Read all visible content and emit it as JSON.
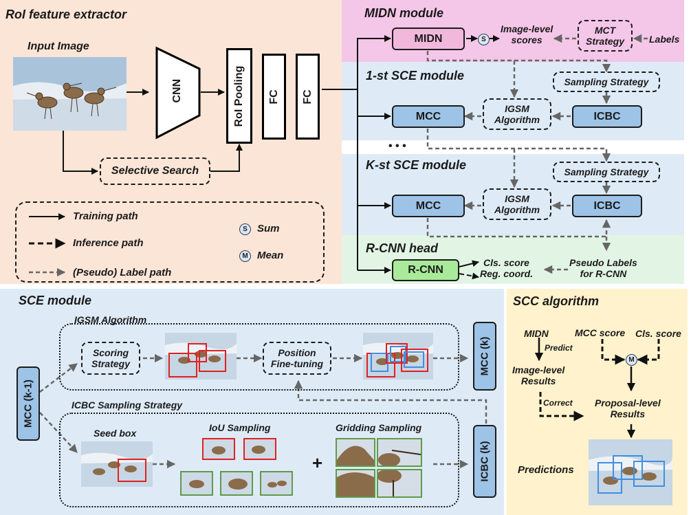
{
  "panels": {
    "roi_title": "RoI feature extractor",
    "midn_title": "MIDN module",
    "sce1_title": "1-st SCE module",
    "scek_title": "K-st SCE module",
    "rcnn_title": "R-CNN head",
    "sce_module_title": "SCE module",
    "scc_title": "SCC algorithm"
  },
  "roi": {
    "input_image": "Input Image",
    "cnn": "CNN",
    "roi_pooling": "RoI Pooling",
    "fc1": "FC",
    "fc2": "FC",
    "selective_search": "Selective Search"
  },
  "legend": {
    "training": "Training path",
    "inference": "Inference path",
    "label": "(Pseudo) Label path",
    "sum_symbol": "S",
    "sum": "Sum",
    "mean_symbol": "M",
    "mean": "Mean"
  },
  "midn": {
    "midn": "MIDN",
    "sum_symbol": "S",
    "image_scores": "Image-level\nscores",
    "mct": "MCT\nStrategy",
    "labels": "Labels"
  },
  "sce1": {
    "sampling": "Sampling Strategy",
    "mcc": "MCC",
    "igsm": "IGSM\nAlgorithm",
    "icbc": "ICBC"
  },
  "ellipsis": "• • •",
  "scek": {
    "sampling": "Sampling Strategy",
    "mcc": "MCC",
    "igsm": "IGSM\nAlgorithm",
    "icbc": "ICBC"
  },
  "rcnn": {
    "rcnn": "R-CNN",
    "outputs": "Cls. score\nReg. coord.",
    "pseudo": "Pseudo Labels\nfor R-CNN"
  },
  "sce_module": {
    "mcc_k_1": "MCC (k-1)",
    "igsm_title": "IGSM Algorithm",
    "scoring": "Scoring\nStrategy",
    "position": "Position\nFine-tuning",
    "mcc_k": "MCC (k)",
    "icbc_title": "ICBC Sampling Strategy",
    "seed_box": "Seed box",
    "iou": "IoU Sampling",
    "gridding": "Gridding Sampling",
    "plus": "+",
    "icbc_k": "ICBC (k)"
  },
  "scc": {
    "midn": "MIDN",
    "predict": "Predict",
    "image_results": "Image-level\nResults",
    "mcc_score": "MCC score",
    "cls_score": "Cls. score",
    "mean_symbol": "M",
    "correct": "Correct",
    "proposal_results": "Proposal-level\nResults",
    "predictions": "Predictions"
  },
  "colors": {
    "roi_bg": "#fbe5d6",
    "midn_bg": "#f4c6e8",
    "sce_bg": "#deebf7",
    "rcnn_bg": "#e2f5e4",
    "scc_bg": "#fff2cc",
    "midn_box": "#f2b8dc",
    "mcc_box": "#9dc3e6",
    "rcnn_box": "#a9e99a",
    "red_box": "#e02020",
    "blue_box": "#3f8ee0",
    "green_frame": "#5f9a4a"
  }
}
